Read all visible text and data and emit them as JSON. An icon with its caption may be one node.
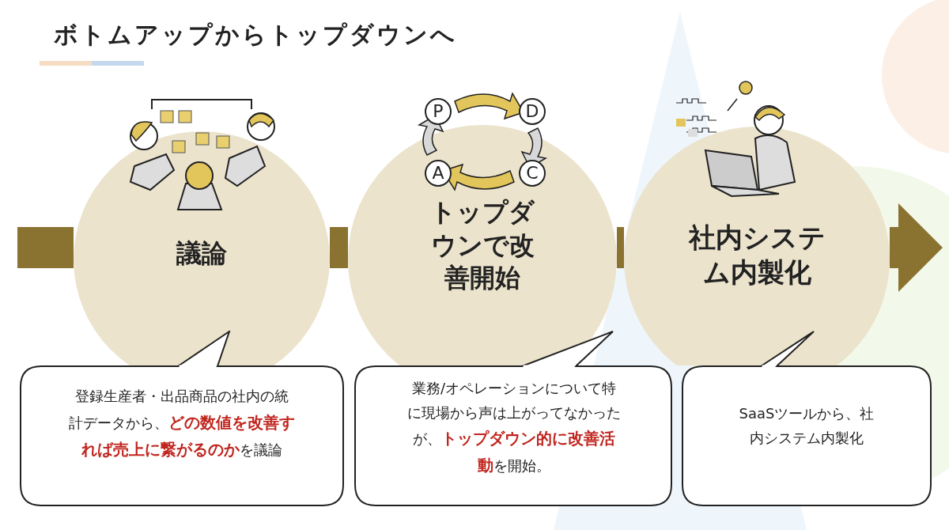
{
  "diagram": {
    "title": "ボトムアップからトップダウンへ",
    "nodes": [
      {
        "text": [
          "議論"
        ]
      },
      {
        "text": [
          "トップダウンで改善開始"
        ]
      },
      {
        "text": [
          "社内システム内製化"
        ]
      },
      {
        "text": [
          "登録生産者・出品商品の社内の統計データから、**どの数値を改善すれば売上に繋がるのか**を議論"
        ]
      },
      {
        "text": [
          "業務/オペレーションについて特に現場から声は上がってなかったが、**トップダウン的に改善活動**を開始。"
        ]
      },
      {
        "text": [
          "SaaSツールから、社内システム内製化"
        ]
      }
    ],
    "edges": [
      {
        "from": null,
        "to": 0,
        "arrow": "none"
      },
      {
        "from": 0,
        "to": 1,
        "arrow": "none"
      },
      {
        "from": 1,
        "to": 2,
        "arrow": "none"
      },
      {
        "from": 2,
        "to": null,
        "arrow": "to"
      }
    ],
    "labels": [
      "P",
      "D",
      "A",
      "C"
    ]
  }
}
